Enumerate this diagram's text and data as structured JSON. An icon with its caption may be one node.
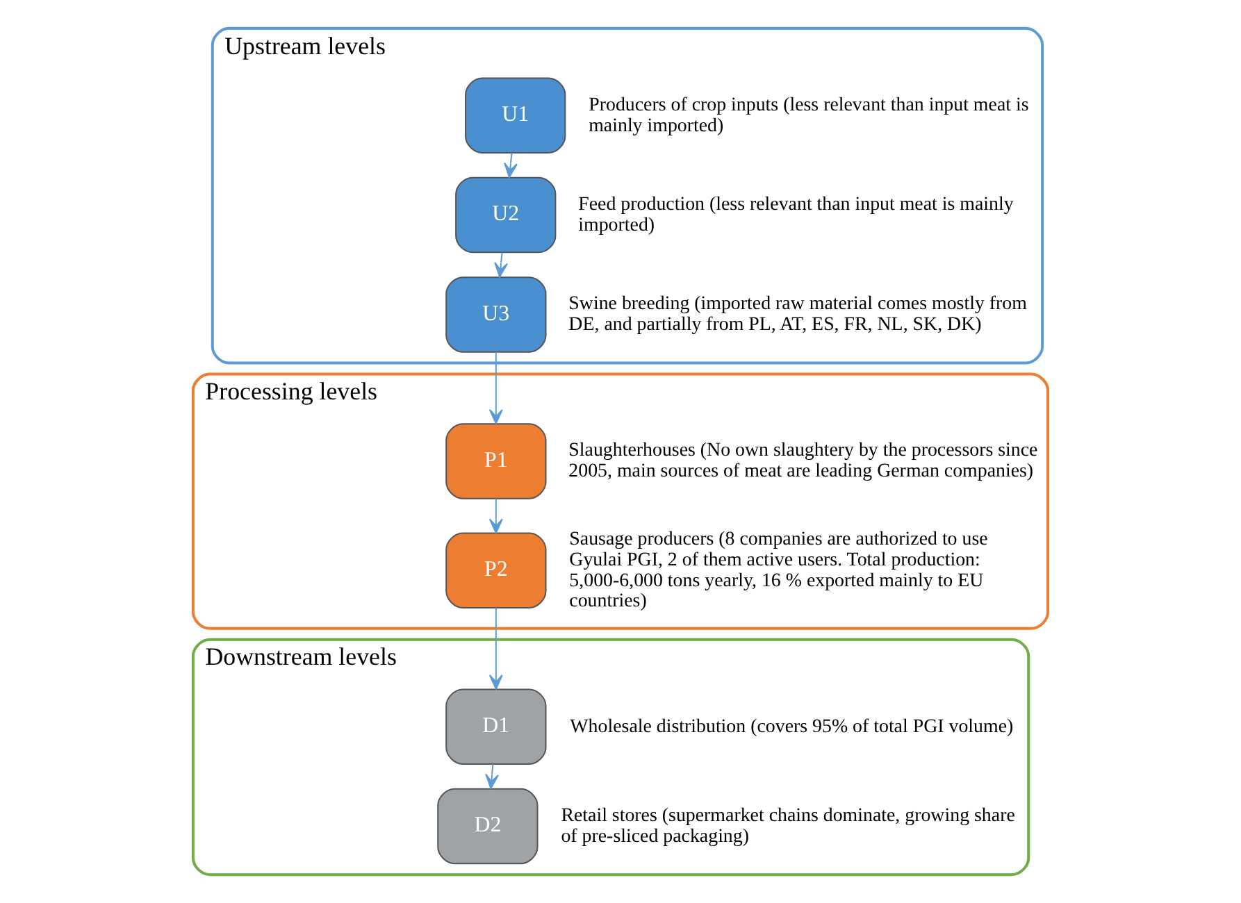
{
  "diagram": {
    "nodes": [
      {
        "text": [
          "Upstream levels"
        ]
      },
      {
        "text": [
          "U1"
        ],
        "in": 0,
        "beside": [
          "Producers of crop inputs (less relevant than input meat is mainly imported)"
        ]
      },
      {
        "text": [
          "U2"
        ],
        "in": 0,
        "beside": [
          "Feed production (less relevant than input meat is mainly imported)"
        ]
      },
      {
        "text": [
          "U3"
        ],
        "in": 0,
        "beside": [
          "Swine breeding (imported raw material comes mostly from DE, and partially from PL, AT, ES, FR, NL, SK, DK)"
        ]
      },
      {
        "text": [
          "Processing levels"
        ]
      },
      {
        "text": [
          "P1"
        ],
        "in": 4,
        "beside": [
          "Slaughterhouses (No own slaughtery by the processors since 2005, main sources of meat are leading German companies)"
        ]
      },
      {
        "text": [
          "P2"
        ],
        "in": 4,
        "beside": [
          "Sausage producers (8 companies are authorized to use Gyulai PGI, 2 of them active users. Total production: 5,000-6,000 tons yearly, 16 % exported mainly to EU countries)"
        ]
      },
      {
        "text": [
          "Downstream levels"
        ]
      },
      {
        "text": [
          "D1"
        ],
        "in": 7,
        "beside": [
          "Wholesale distribution (covers 95% of total PGI volume)"
        ]
      },
      {
        "text": [
          "D2"
        ],
        "in": 7,
        "beside": [
          "Retail stores (supermarket chains dominate, growing share of pre-sliced packaging)"
        ]
      }
    ],
    "edges": [
      {
        "from": 1,
        "to": 2,
        "arrow": "to"
      },
      {
        "from": 2,
        "to": 3,
        "arrow": "to"
      },
      {
        "from": 3,
        "to": 5,
        "arrow": "to"
      },
      {
        "from": 5,
        "to": 6,
        "arrow": "to"
      },
      {
        "from": 6,
        "to": 8,
        "arrow": "to"
      },
      {
        "from": 8,
        "to": 9,
        "arrow": "to"
      }
    ]
  }
}
